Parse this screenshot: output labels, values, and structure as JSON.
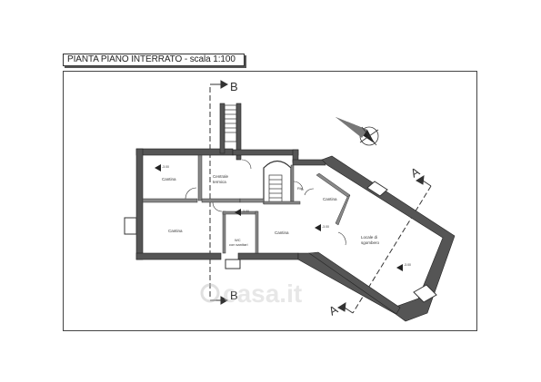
{
  "title": "PIANTA PIANO INTERRATO - scala 1:100",
  "section_marks": {
    "b_top": "B",
    "b_bottom": "B",
    "a_top": "A",
    "a_bottom": "A"
  },
  "rooms": {
    "cantina_nw": "Cantina",
    "centrale_termica_1": "Centrale",
    "centrale_termica_2": "termica",
    "cantina_w": "Cantina",
    "wc_1": "WC",
    "wc_2": "con sanitari",
    "cantina_c": "Cantina",
    "rip": "Rip.",
    "cantina_ne": "Cantina",
    "locale_1": "Locale di",
    "locale_2": "sgombero"
  },
  "levels": {
    "l1": "-3.00",
    "l2": "-3.00",
    "l3": "-3.00",
    "l4": "-3.00"
  },
  "watermark": "casa.it"
}
